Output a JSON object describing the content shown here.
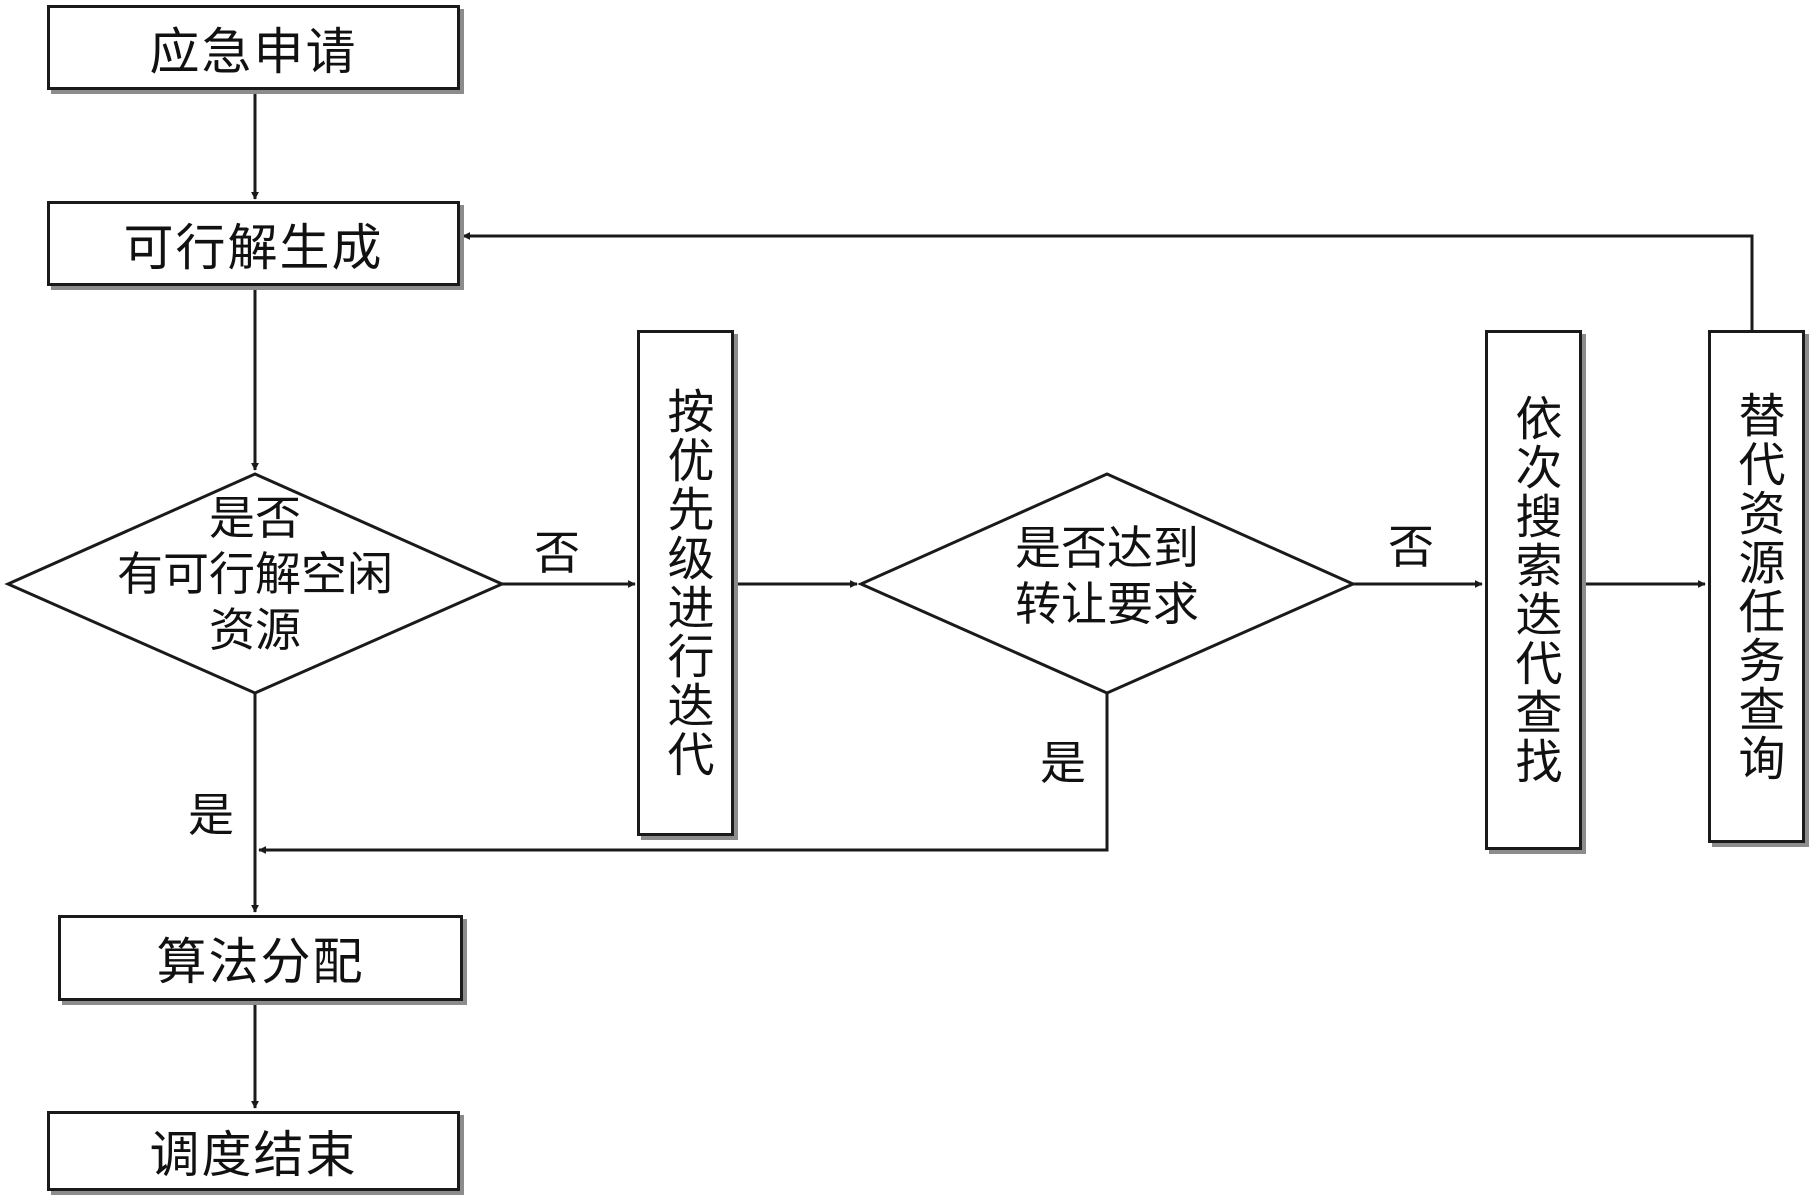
{
  "colors": {
    "stroke": "#1a1a1a",
    "shadow": "#8c8c8c",
    "background": "#ffffff"
  },
  "nodes": {
    "emergency_request": "应急申请",
    "feasible_generation": "可行解生成",
    "decision_idle": "是否\n有可行解空闲\n资源",
    "priority_iteration": "按优先级进行迭代",
    "decision_transfer": "是否达到\n转让要求",
    "sequential_search": "依次搜索迭代查找",
    "alternative_query": "替代资源任务查询",
    "algorithm_allocation": "算法分配",
    "scheduling_end": "调度结束"
  },
  "edge_labels": {
    "idle_no": "否",
    "idle_yes": "是",
    "transfer_no": "否",
    "transfer_yes": "是"
  }
}
